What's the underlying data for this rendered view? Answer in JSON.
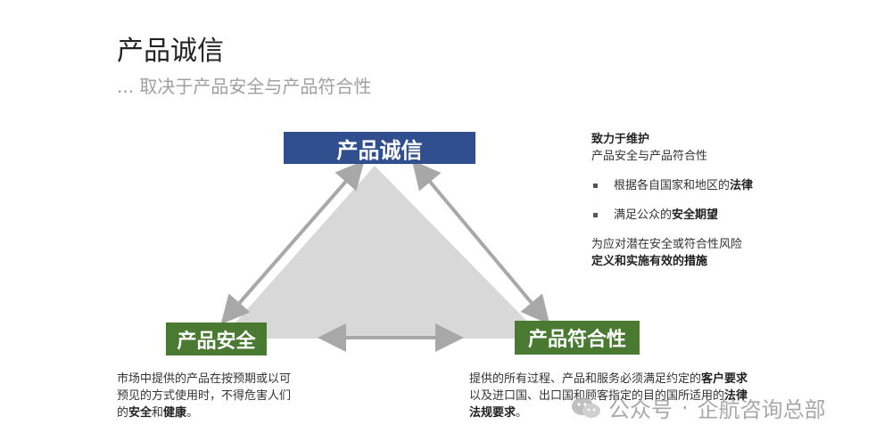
{
  "header": {
    "title": "产品诚信",
    "subtitle": "... 取决于产品安全与产品符合性"
  },
  "diagram": {
    "top_box": "产品诚信",
    "left_box": "产品安全",
    "right_box": "产品符合性"
  },
  "right_panel": {
    "heading_bold": "致力于维护",
    "heading_line2": "产品安全与产品符合性",
    "bullets": [
      {
        "text": "根据各自国家和地区的",
        "bold": "法律"
      },
      {
        "text": "满足公众的",
        "bold": "安全期望"
      }
    ],
    "footer_line1": "为应对潜在安全或符合性风险",
    "footer_bold": "定义和实施有效的",
    "footer_bolder": "措施"
  },
  "left_desc": {
    "line1": "市场中提供的产品在按预期或以可",
    "line2": "预见的方式使用时，不得危害人们",
    "line3_prefix": "的",
    "line3_bold1": "安全",
    "line3_mid": "和",
    "line3_bold2": "健康",
    "line3_end": "。"
  },
  "right_desc": {
    "line1_text": "提供的所有过程、产品和服务必须满足约定的",
    "line1_bold": "客户要求",
    "line2_text": "以及进口国、出口国和顾客指定的目的国所适用的",
    "line2_bold": "法律",
    "line3_bold": "法规要求",
    "line3_end": "。"
  },
  "watermark": {
    "left": "公众号",
    "separator": "·",
    "right": "企航咨询总部"
  },
  "colors": {
    "blue_box": "#2f4f8f",
    "green_box": "#4a7a32",
    "triangle_fill": "#d8d8d8",
    "arrow": "#a8a8a8"
  }
}
